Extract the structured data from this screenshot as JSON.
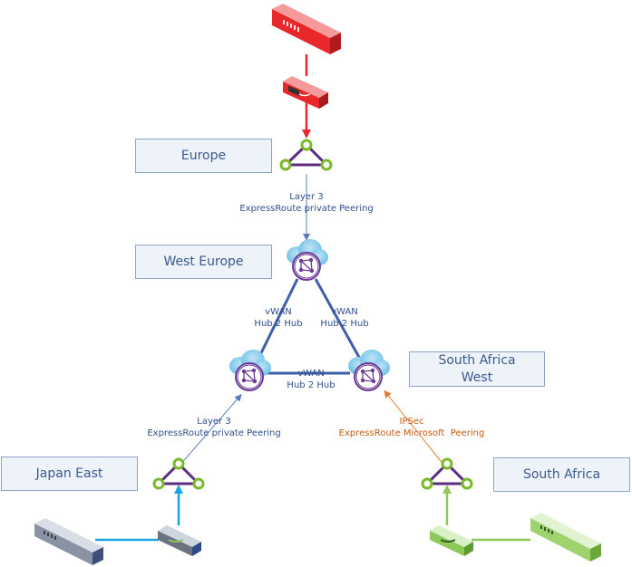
{
  "regions": {
    "europe": "Europe",
    "west_europe": "West Europe",
    "south_africa_west_line1": "South Africa",
    "south_africa_west_line2": "West",
    "japan_east": "Japan East",
    "south_africa": "South Africa"
  },
  "links": {
    "europe_to_west_europe": {
      "line1": "Layer 3",
      "line2": "ExpressRoute private Peering"
    },
    "west_europe_to_japan": {
      "line1": "vWAN",
      "line2": "Hub 2 Hub"
    },
    "west_europe_to_sa_west": {
      "line1": "vWAN",
      "line2": "Hub 2 Hub"
    },
    "japan_to_sa_west": {
      "line1": "vWAN",
      "line2": "Hub 2 Hub"
    },
    "japan_east_to_hub": {
      "line1": "Layer 3",
      "line2": "ExpressRoute private Peering"
    },
    "south_africa_to_hub": {
      "line1": "IPSec",
      "line2": "ExpressRoute Microsoft  Peering"
    }
  },
  "icons": {
    "cloud_hub": "vwan-hub-icon",
    "expressroute_circuit": "expressroute-triangle-icon",
    "router": "router-icon",
    "switch": "switch-icon"
  },
  "colors": {
    "europe_site": "#e8282b",
    "japan_site": "#1aa3e0",
    "south_africa_site": "#8cc85a",
    "hub_links": "#3f5fa8",
    "ipsec": "#e07a2b",
    "circuit": "#5b2d82",
    "circuit_node": "#7ab929"
  }
}
